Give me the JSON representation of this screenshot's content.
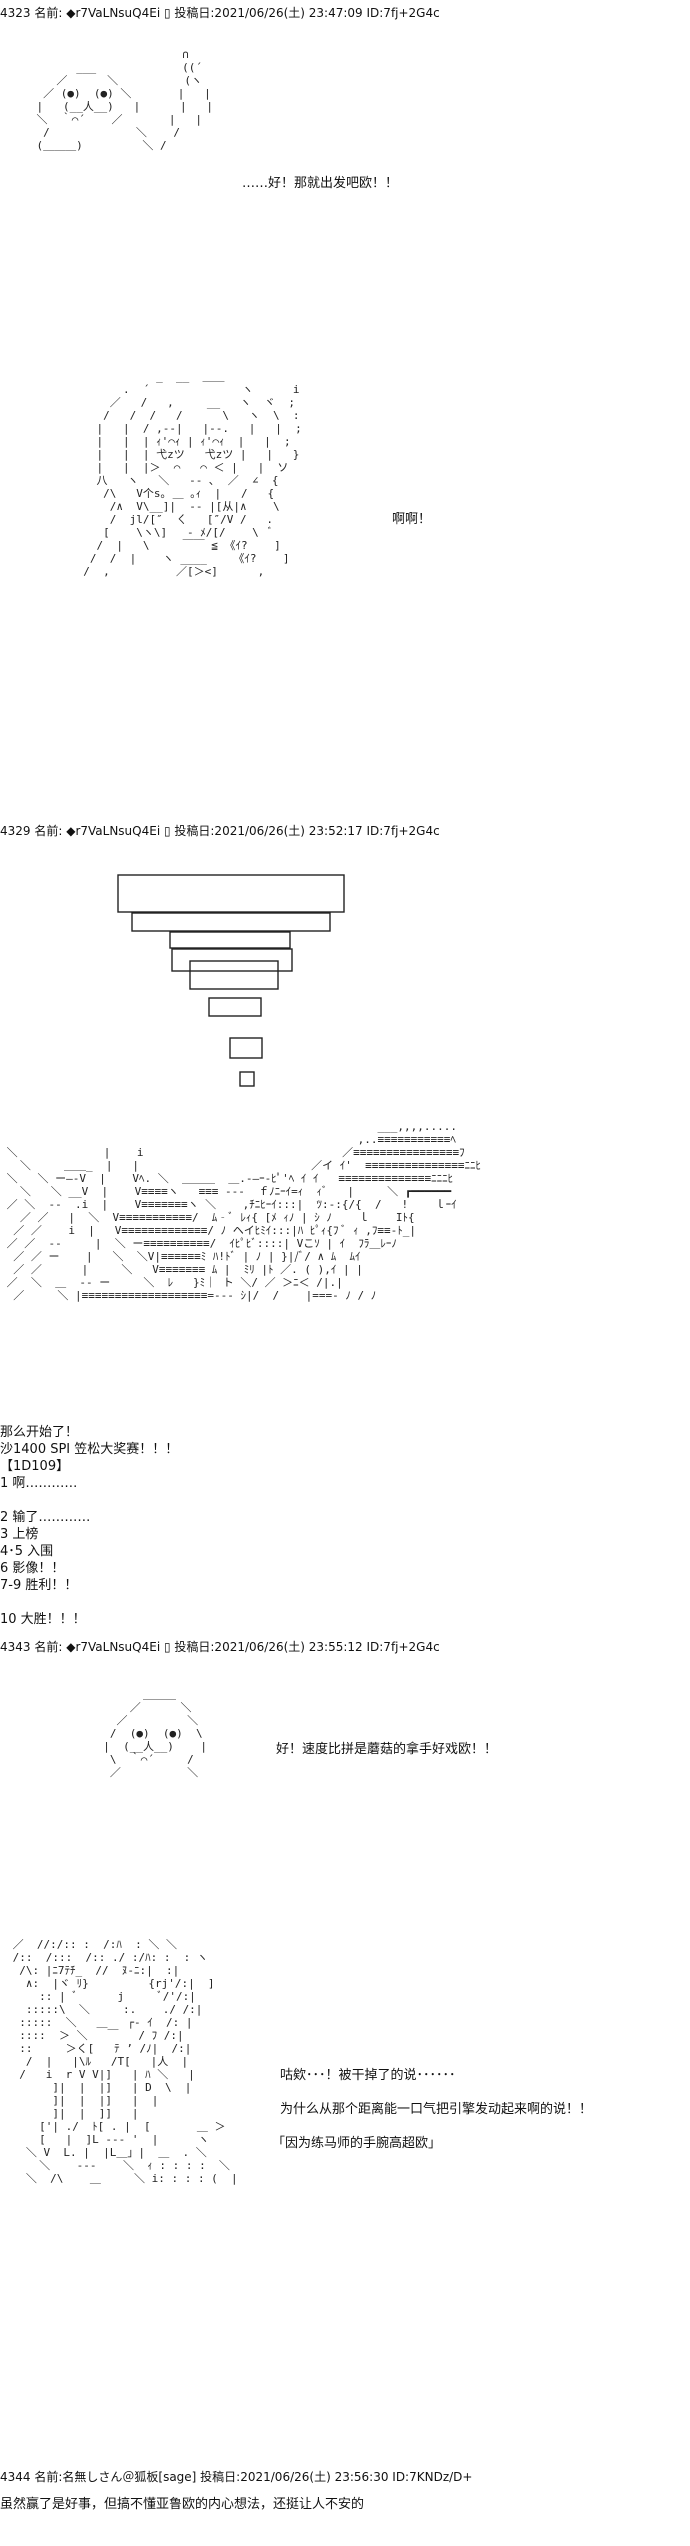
{
  "posts": [
    {
      "header": "4323 名前: ◆r7VaLNsuQ4Ei ▯ 投稿日:2021/06/26(土) 23:47:09 ID:7fj+2G4c",
      "dialogue": [
        "……好！那就出发吧欧！！",
        "啊啊！"
      ]
    },
    {
      "header": "4329 名前: ◆r7VaLNsuQ4Ei ▯ 投稿日:2021/06/26(土) 23:52:17 ID:7fj+2G4c",
      "lines": [
        "那么开始了！",
        "沙1400 SPI 笠松大奖赛！！！",
        "【1D109】",
        "1 啊…………",
        "",
        "2 输了…………",
        "3 上榜",
        "4･5 入围",
        "6 影像！！",
        "7-9 胜利！！",
        "",
        "10 大胜！！！"
      ]
    },
    {
      "header": "4343 名前: ◆r7VaLNsuQ4Ei ▯ 投稿日:2021/06/26(土) 23:55:12 ID:7fj+2G4c",
      "dialogue": [
        "好！速度比拼是蘑菇的拿手好戏欧！！",
        "咕欸･･･！被干掉了的说･･････",
        "为什么从那个距离能一口气把引擎发动起来啊的说！！",
        "「因为练马师的手腕高超欧」"
      ]
    },
    {
      "header": "4344 名前:名無しさん＠狐板[sage] 投稿日:2021/06/26(土) 23:56:30 ID:7KNDz/D+",
      "lines": [
        "虽然赢了是好事，但搞不懂亚鲁欧的内心想法，还挺让人不安的"
      ]
    }
  ]
}
